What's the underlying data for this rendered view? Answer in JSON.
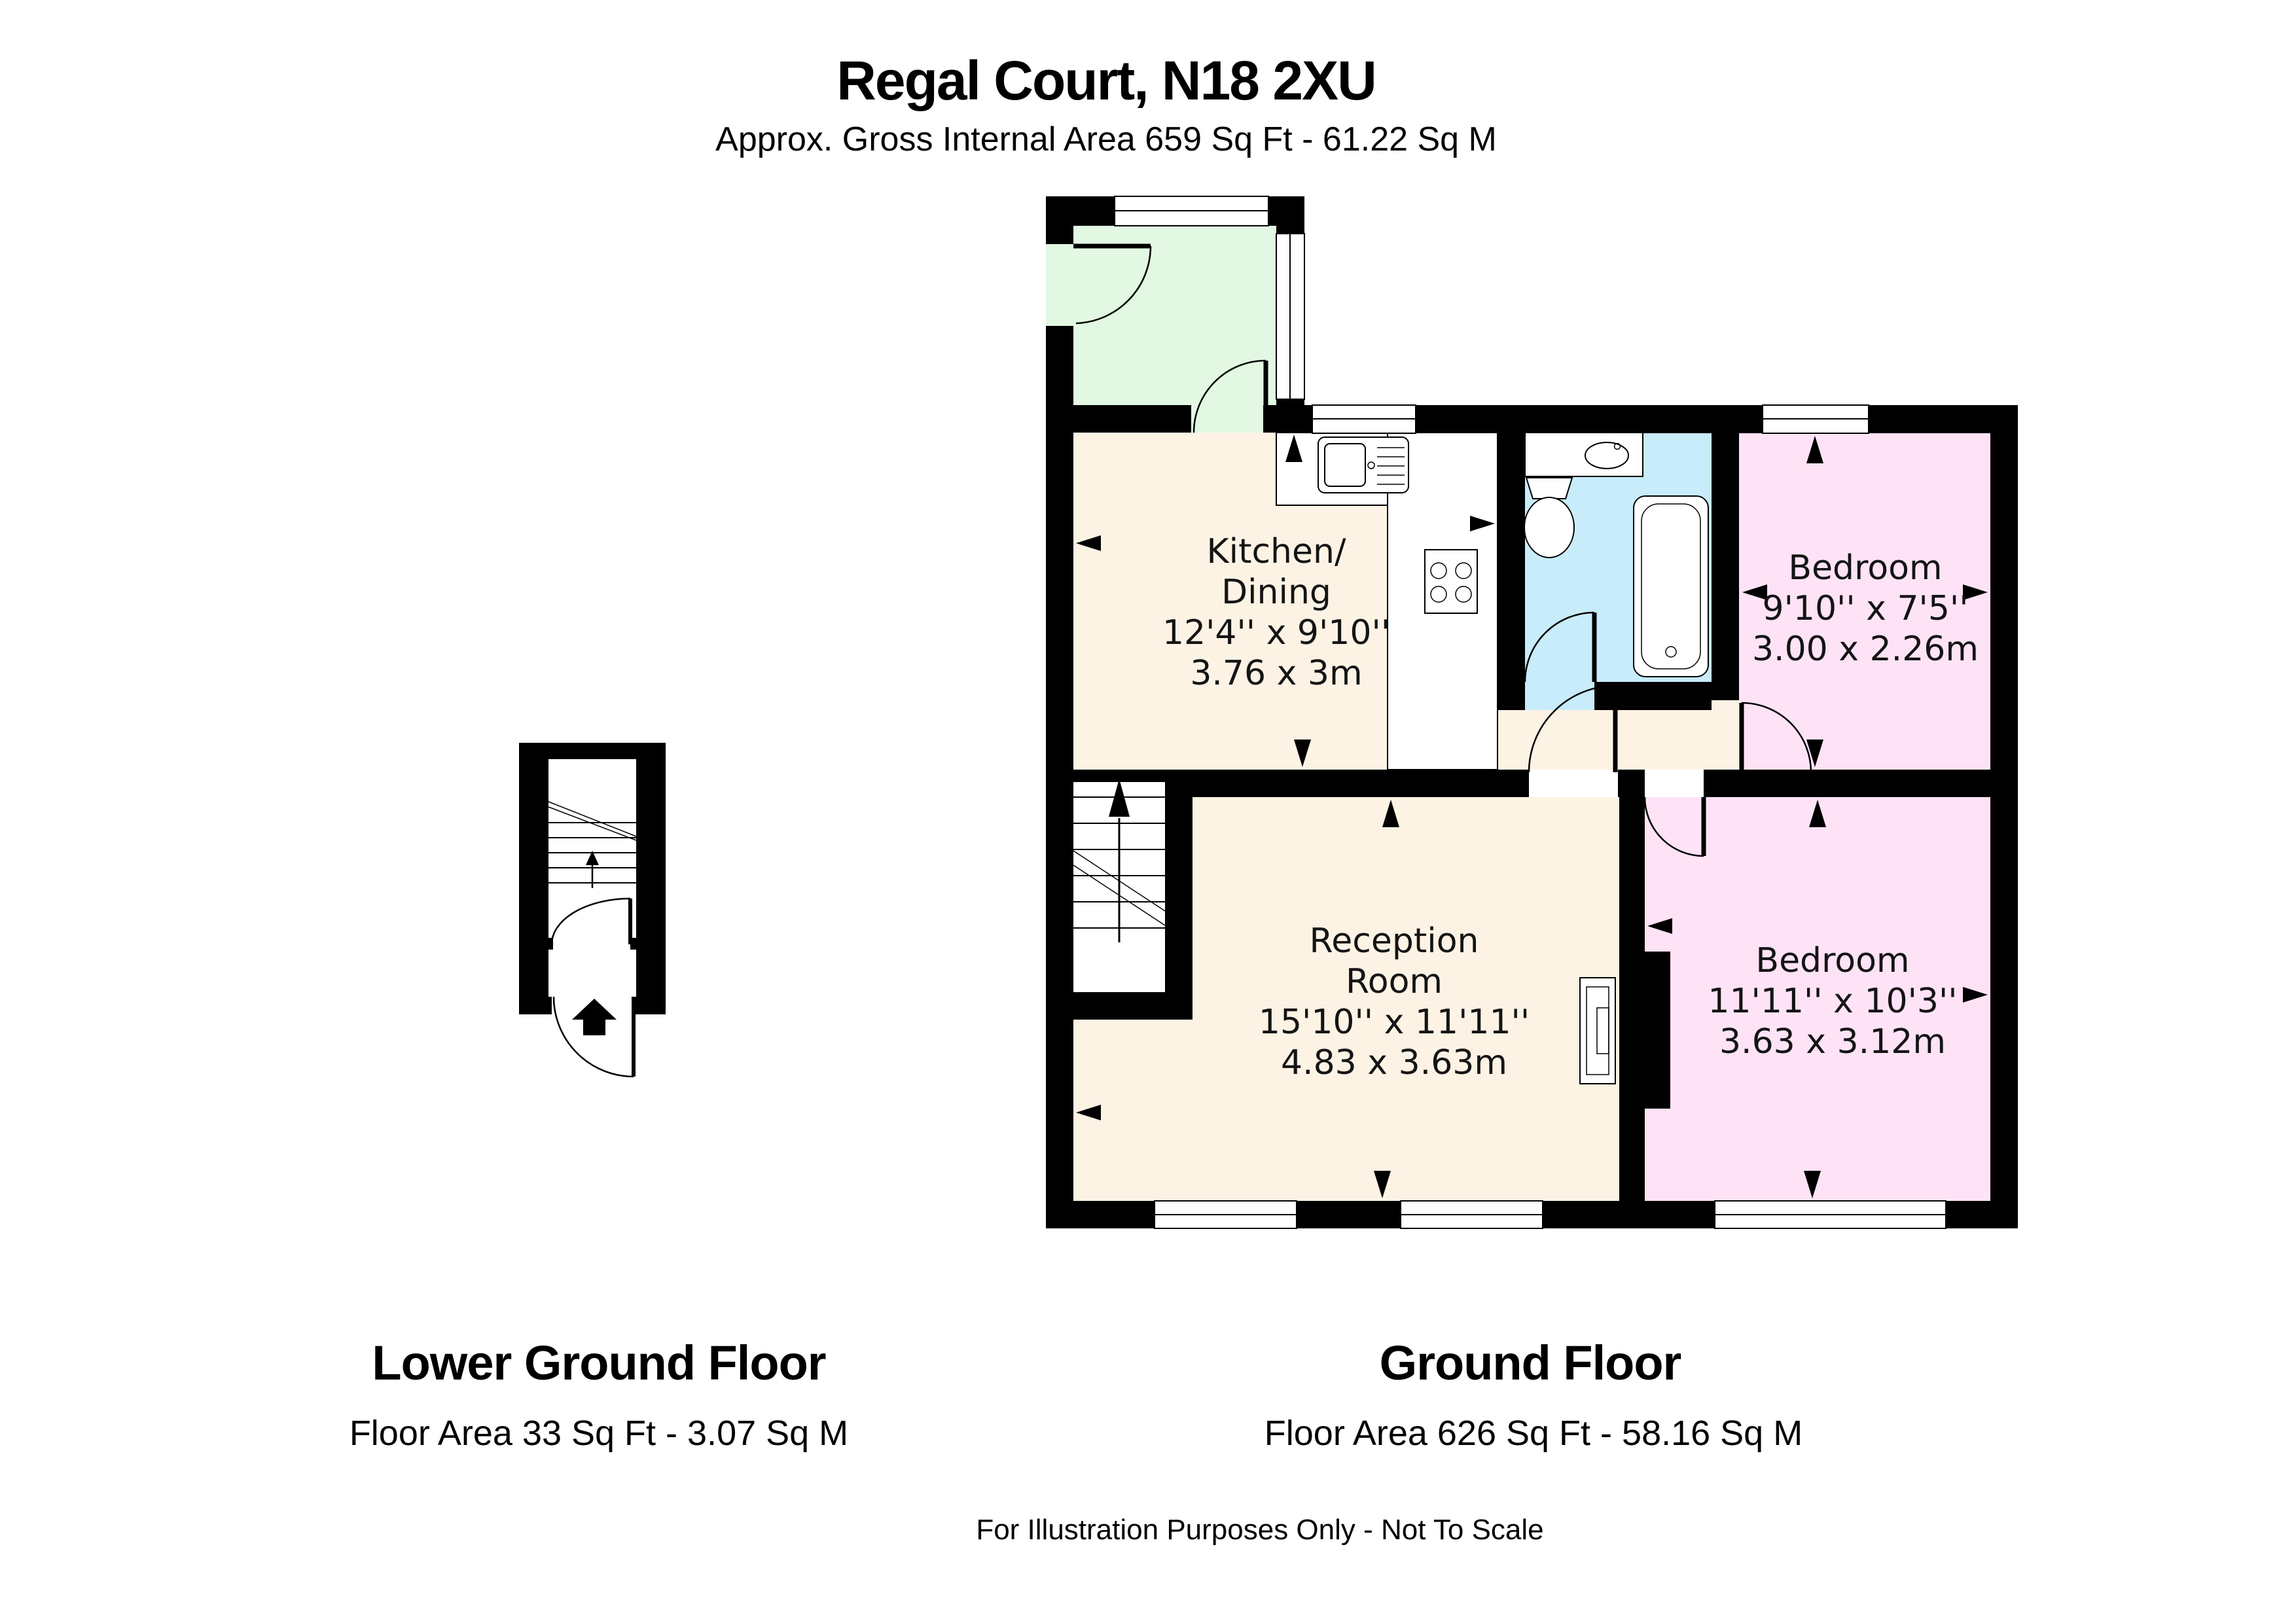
{
  "header": {
    "title": "Regal Court, N18 2XU",
    "subtitle": "Approx. Gross Internal Area 659 Sq Ft - 61.22 Sq M"
  },
  "floors": {
    "lower": {
      "name": "Lower Ground Floor",
      "area": "Floor Area 33 Sq Ft - 3.07 Sq M"
    },
    "ground": {
      "name": "Ground Floor",
      "area": "Floor Area 626 Sq Ft - 58.16 Sq M"
    }
  },
  "rooms": {
    "kitchen": {
      "line1": "Kitchen/",
      "line2": "Dining",
      "dims_ft": "12'4'' x 9'10''",
      "dims_m": "3.76 x 3m"
    },
    "bedroom1": {
      "name": "Bedroom",
      "dims_ft": "9'10'' x 7'5''",
      "dims_m": "3.00 x 2.26m"
    },
    "reception": {
      "line1": "Reception",
      "line2": "Room",
      "dims_ft": "15'10'' x 11'11''",
      "dims_m": "4.83 x 3.63m"
    },
    "bedroom2": {
      "name": "Bedroom",
      "dims_ft": "11'11'' x 10'3''",
      "dims_m": "3.63 x 3.12m"
    }
  },
  "footer": {
    "disclaimer": "For Illustration Purposes Only - Not To Scale"
  },
  "colors": {
    "hall_green": "#e2f8e2",
    "living_cream": "#fdf3e5",
    "bathroom_blue": "#c8ecfa",
    "bedroom_pink": "#fee3f6",
    "wall_black": "#000000",
    "fixture_white": "#ffffff"
  }
}
